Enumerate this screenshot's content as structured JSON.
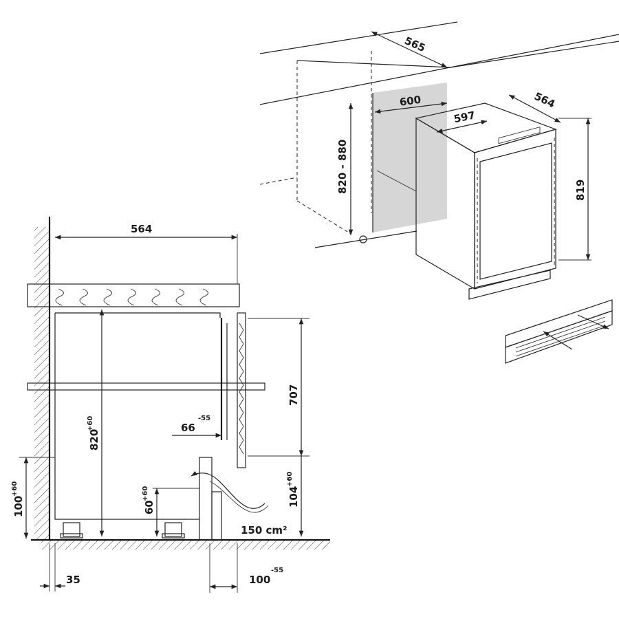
{
  "side_view": {
    "width_564": "564",
    "height_820": "820",
    "height_820_tol": "+60",
    "height_707": "707",
    "gap_66": "66",
    "gap_66_tol": "-55",
    "height_60": "60",
    "height_60_tol": "+60",
    "height_100": "100",
    "height_100_tol": "+60",
    "height_104": "104",
    "height_104_tol": "+60",
    "vent_area": "150 cm²",
    "depth_35": "35",
    "depth_100": "100",
    "depth_100_tol": "-55"
  },
  "iso_view": {
    "niche_565": "565",
    "niche_600": "600",
    "niche_820_880": "820 - 880",
    "unit_597": "597",
    "unit_564": "564",
    "unit_819": "819"
  },
  "colors": {
    "line": "#222222",
    "niche_fill": "#d6d6d6",
    "vent_fill": "#cfcfcf"
  }
}
